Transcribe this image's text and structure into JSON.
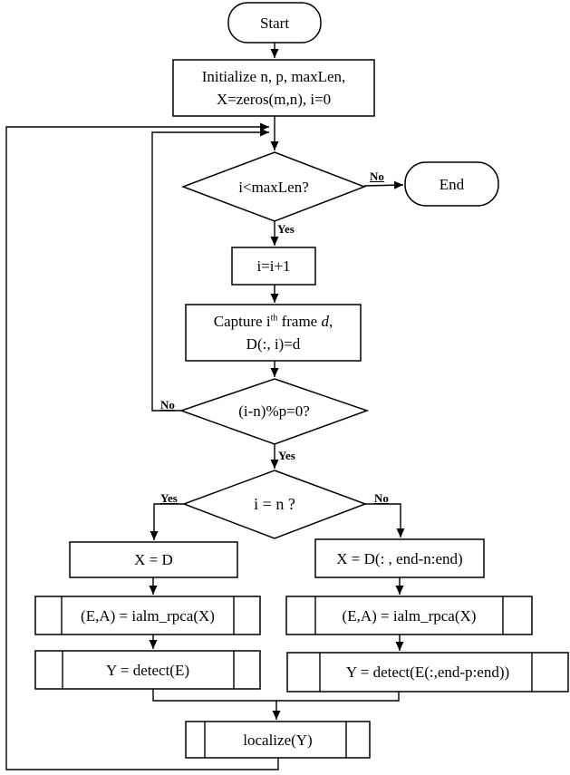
{
  "flowchart": {
    "colors": {
      "line": "#000000",
      "background": "#ffffff",
      "text": "#000000"
    },
    "nodes": {
      "start": {
        "label": "Start"
      },
      "init": {
        "line1": "Initialize n, p, maxLen,",
        "line2": "X=zeros(m,n), i=0"
      },
      "loop_check": {
        "label": "i<maxLen?"
      },
      "end": {
        "label": "End"
      },
      "increment": {
        "label": "i=i+1"
      },
      "capture": {
        "line1_pre": "Capture i",
        "line1_sup": "th",
        "line1_mid": " frame ",
        "line1_var": "d",
        "line1_comma": ",",
        "line2": "D(:, i)=d"
      },
      "mod_check": {
        "label": "(i-n)%p=0?"
      },
      "n_check": {
        "label": "i = n ?"
      },
      "x_assign_full": {
        "label": "X = D"
      },
      "x_assign_window": {
        "label": "X = D(: , end-n:end)"
      },
      "rpca_left": {
        "label": "(E,A) = ialm_rpca(X)"
      },
      "rpca_right": {
        "label": "(E,A) = ialm_rpca(X)"
      },
      "detect_left": {
        "label": "Y = detect(E)"
      },
      "detect_right": {
        "label": "Y = detect(E(:,end-p:end))"
      },
      "localize": {
        "label": "localize(Y)"
      }
    },
    "edge_labels": {
      "no_to_end": "No",
      "yes_to_increment": "Yes",
      "no_mod_loop": "No",
      "yes_mod": "Yes",
      "yes_n": "Yes",
      "no_n": "No"
    }
  }
}
